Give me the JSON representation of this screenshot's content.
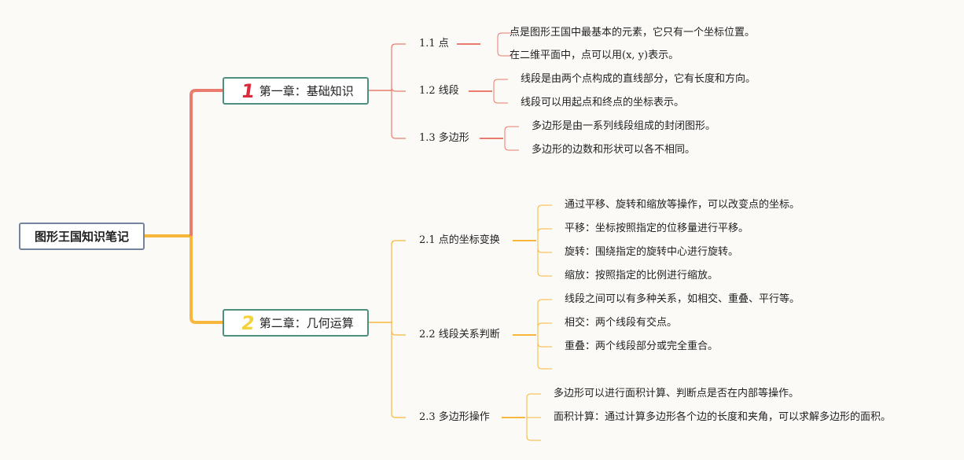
{
  "root": {
    "label": "图形王国知识笔记"
  },
  "colors": {
    "chapter1": "#ea7c6f",
    "chapter2": "#f6b73c",
    "root_border": "#76839f",
    "chapter_border": "#4f8f80"
  },
  "chapters": [
    {
      "number": "1",
      "title": "第一章：基础知识",
      "sections": [
        {
          "label": "1.1 点",
          "items": [
            "点是图形王国中最基本的元素，它只有一个坐标位置。",
            "在二维平面中，点可以用(x, y)表示。"
          ]
        },
        {
          "label": "1.2 线段",
          "items": [
            "线段是由两个点构成的直线部分，它有长度和方向。",
            "线段可以用起点和终点的坐标表示。"
          ]
        },
        {
          "label": "1.3 多边形",
          "items": [
            "多边形是由一系列线段组成的封闭图形。",
            "多边形的边数和形状可以各不相同。"
          ]
        }
      ]
    },
    {
      "number": "2",
      "title": "第二章：几何运算",
      "sections": [
        {
          "label": "2.1 点的坐标变换",
          "items": [
            "通过平移、旋转和缩放等操作，可以改变点的坐标。",
            "平移：坐标按照指定的位移量进行平移。",
            "旋转：围绕指定的旋转中心进行旋转。",
            "缩放：按照指定的比例进行缩放。"
          ]
        },
        {
          "label": "2.2 线段关系判断",
          "items": [
            "线段之间可以有多种关系，如相交、重叠、平行等。",
            "相交：两个线段有交点。",
            "重叠：两个线段部分或完全重合。",
            ""
          ]
        },
        {
          "label": "2.3 多边形操作",
          "items": [
            "多边形可以进行面积计算、判断点是否在内部等操作。",
            "面积计算：通过计算多边形各个边的长度和夹角，可以求解多边形的面积。",
            ""
          ]
        }
      ]
    }
  ]
}
